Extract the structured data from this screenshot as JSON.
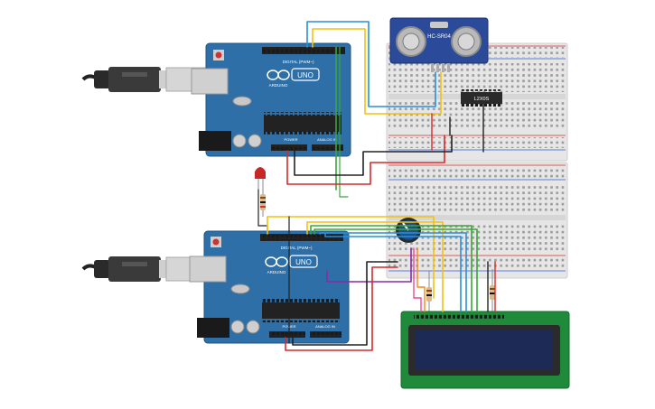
{
  "colors": {
    "arduino_board": "#2d6fa6",
    "arduino_dark": "#1f5584",
    "breadboard": "#e8e8e8",
    "breadboard_rail": "#d9d9d9",
    "sensor_board": "#2b4a9a",
    "lcd_board": "#1e8a3a",
    "lcd_screen": "#1d2a55",
    "wire_red": "#d42a2a",
    "wire_black": "#222222",
    "wire_yellow": "#f2c20f",
    "wire_green": "#3aa63a",
    "wire_blue": "#2a8fd6",
    "wire_purple": "#8a2aa6",
    "wire_orange": "#f08a1a",
    "led_red": "#c62828",
    "pot_blue": "#1f4f8a"
  },
  "arduino_top": {
    "brand": "ARDUINO",
    "model": "UNO",
    "header_label": "DIGITAL (PWM~)",
    "power_label": "POWER",
    "analog_label": "ANALOG IN"
  },
  "arduino_bottom": {
    "brand": "ARDUINO",
    "model": "UNO",
    "header_label": "DIGITAL (PWM~)",
    "power_label": "POWER",
    "analog_label": "ANALOG IN"
  },
  "ultrasonic_sensor": {
    "label": "HC-SR04"
  },
  "ic_chip": {
    "label": "L2X0S"
  }
}
